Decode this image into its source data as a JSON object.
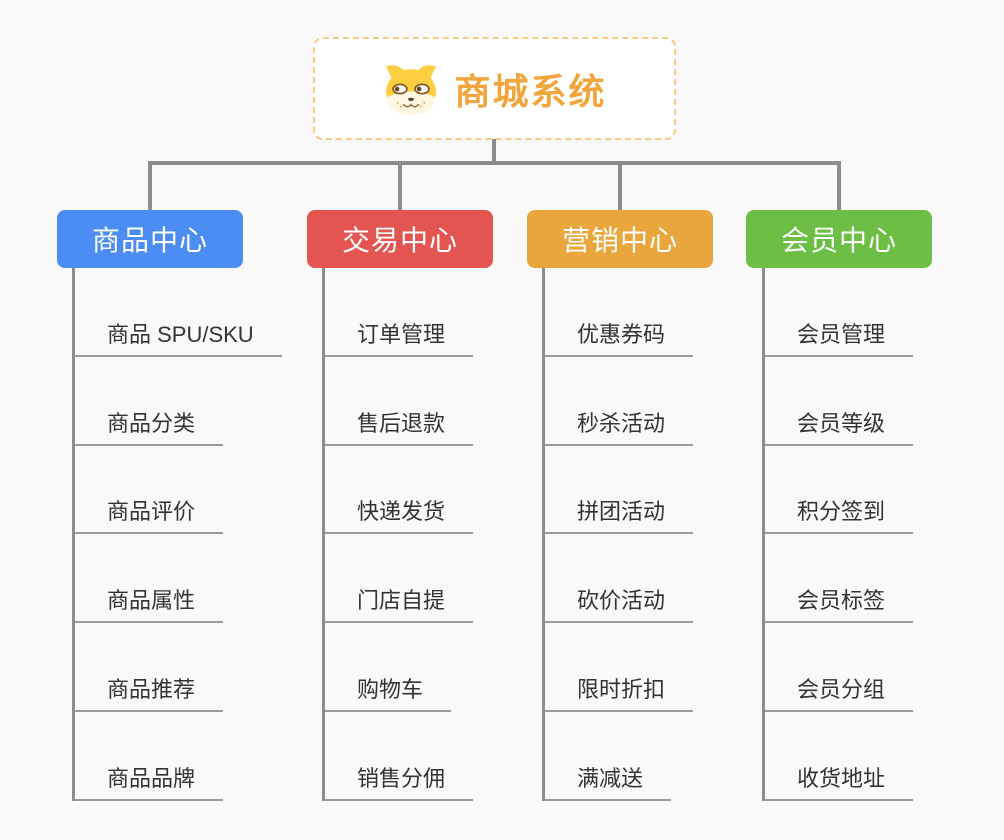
{
  "page": {
    "background": "#f9f9f9",
    "connector_color": "#8c8c8c"
  },
  "root": {
    "title": "商城系统",
    "icon": "shiba-dog-icon",
    "text_color": "#f0a63d",
    "border_color": "#f8cb85"
  },
  "branches": [
    {
      "label": "商品中心",
      "color": "#4b8df2",
      "children": [
        "商品 SPU/SKU",
        "商品分类",
        "商品评价",
        "商品属性",
        "商品推荐",
        "商品品牌"
      ]
    },
    {
      "label": "交易中心",
      "color": "#e45552",
      "children": [
        "订单管理",
        "售后退款",
        "快递发货",
        "门店自提",
        "购物车",
        "销售分佣"
      ]
    },
    {
      "label": "营销中心",
      "color": "#e9a63c",
      "children": [
        "优惠券码",
        "秒杀活动",
        "拼团活动",
        "砍价活动",
        "限时折扣",
        "满减送"
      ]
    },
    {
      "label": "会员中心",
      "color": "#6cbe45",
      "children": [
        "会员管理",
        "会员等级",
        "积分签到",
        "会员标签",
        "会员分组",
        "收货地址"
      ]
    }
  ]
}
